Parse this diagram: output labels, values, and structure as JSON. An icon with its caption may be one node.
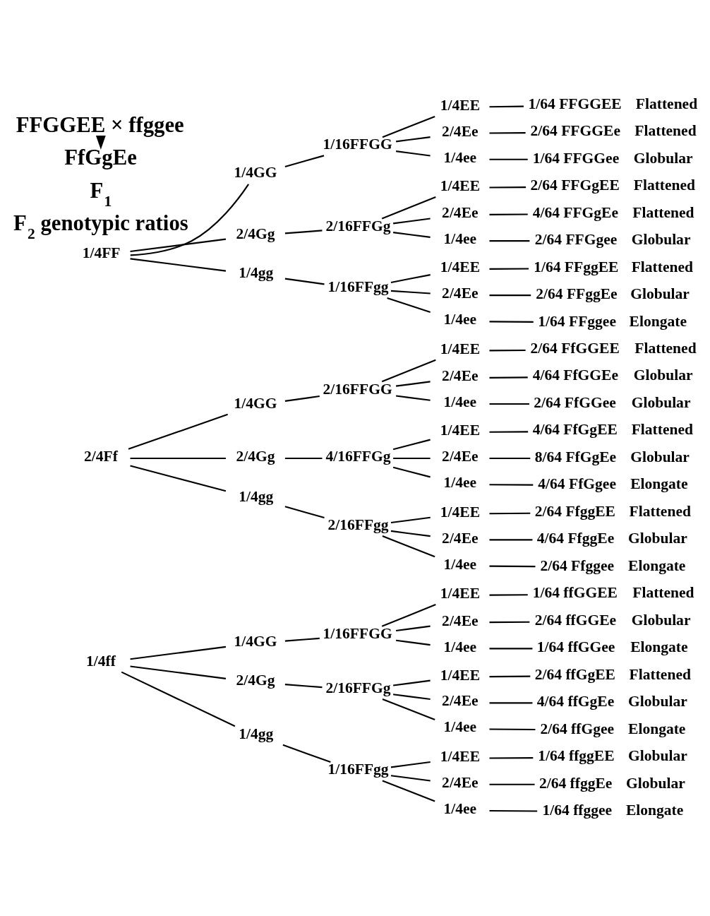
{
  "diagram": {
    "nodes": [
      {
        "text": [
          "FFGGEE × ffggee"
        ]
      },
      {
        "text": [
          "FfGgEe"
        ]
      },
      {
        "text": [
          "1/4FF"
        ]
      },
      {
        "text": [
          "1/4GG"
        ]
      },
      {
        "text": [
          "1/16FFGG"
        ]
      },
      {
        "text": [
          "1/4EE"
        ]
      },
      {
        "text": [
          "1/64 FFGGEE"
        ],
        "beside": [
          "Flattened"
        ]
      },
      {
        "text": [
          "2/4Ee"
        ]
      },
      {
        "text": [
          "2/64 FFGGEe"
        ],
        "beside": [
          "Flattened"
        ]
      },
      {
        "text": [
          "1/4ee"
        ]
      },
      {
        "text": [
          "1/64 FFGGee"
        ],
        "beside": [
          "Globular"
        ]
      },
      {
        "text": [
          "2/4Gg"
        ]
      },
      {
        "text": [
          "2/16FFGg"
        ]
      },
      {
        "text": [
          "1/4EE"
        ]
      },
      {
        "text": [
          "2/64 FFGgEE"
        ],
        "beside": [
          "Flattened"
        ]
      },
      {
        "text": [
          "2/4Ee"
        ]
      },
      {
        "text": [
          "4/64 FFGgEe"
        ],
        "beside": [
          "Flattened"
        ]
      },
      {
        "text": [
          "1/4ee"
        ]
      },
      {
        "text": [
          "2/64 FFGgee"
        ],
        "beside": [
          "Globular"
        ]
      },
      {
        "text": [
          "1/4gg"
        ]
      },
      {
        "text": [
          "1/16FFgg"
        ]
      },
      {
        "text": [
          "1/4EE"
        ]
      },
      {
        "text": [
          "1/64 FFggEE"
        ],
        "beside": [
          "Flattened"
        ]
      },
      {
        "text": [
          "2/4Ee"
        ]
      },
      {
        "text": [
          "2/64 FFggEe"
        ],
        "beside": [
          "Globular"
        ]
      },
      {
        "text": [
          "1/4ee"
        ]
      },
      {
        "text": [
          "1/64 FFggee"
        ],
        "beside": [
          "Elongate"
        ]
      },
      {
        "text": [
          "2/4Ff"
        ]
      },
      {
        "text": [
          "1/4GG"
        ]
      },
      {
        "text": [
          "2/16FFGG"
        ]
      },
      {
        "text": [
          "1/4EE"
        ]
      },
      {
        "text": [
          "2/64 FfGGEE"
        ],
        "beside": [
          "Flattened"
        ]
      },
      {
        "text": [
          "2/4Ee"
        ]
      },
      {
        "text": [
          "4/64 FfGGEe"
        ],
        "beside": [
          "Globular"
        ]
      },
      {
        "text": [
          "1/4ee"
        ]
      },
      {
        "text": [
          "2/64 FfGGee"
        ],
        "beside": [
          "Globular"
        ]
      },
      {
        "text": [
          "2/4Gg"
        ]
      },
      {
        "text": [
          "4/16FFGg"
        ]
      },
      {
        "text": [
          "1/4EE"
        ]
      },
      {
        "text": [
          "4/64 FfGgEE"
        ],
        "beside": [
          "Flattened"
        ]
      },
      {
        "text": [
          "2/4Ee"
        ]
      },
      {
        "text": [
          "8/64 FfGgEe"
        ],
        "beside": [
          "Globular"
        ]
      },
      {
        "text": [
          "1/4ee"
        ]
      },
      {
        "text": [
          "4/64 FfGgee"
        ],
        "beside": [
          "Elongate"
        ]
      },
      {
        "text": [
          "1/4gg"
        ]
      },
      {
        "text": [
          "2/16FFgg"
        ]
      },
      {
        "text": [
          "1/4EE"
        ]
      },
      {
        "text": [
          "2/64 FfggEE"
        ],
        "beside": [
          "Flattened"
        ]
      },
      {
        "text": [
          "2/4Ee"
        ]
      },
      {
        "text": [
          "4/64 FfggEe"
        ],
        "beside": [
          "Globular"
        ]
      },
      {
        "text": [
          "1/4ee"
        ]
      },
      {
        "text": [
          "2/64 Ffggee"
        ],
        "beside": [
          "Elongate"
        ]
      },
      {
        "text": [
          "1/4ff"
        ]
      },
      {
        "text": [
          "1/4GG"
        ]
      },
      {
        "text": [
          "1/16FFGG"
        ]
      },
      {
        "text": [
          "1/4EE"
        ]
      },
      {
        "text": [
          "1/64 ffGGEE"
        ],
        "beside": [
          "Flattened"
        ]
      },
      {
        "text": [
          "2/4Ee"
        ]
      },
      {
        "text": [
          "2/64 ffGGEe"
        ],
        "beside": [
          "Globular"
        ]
      },
      {
        "text": [
          "1/4ee"
        ]
      },
      {
        "text": [
          "1/64 ffGGee"
        ],
        "beside": [
          "Elongate"
        ]
      },
      {
        "text": [
          "2/4Gg"
        ]
      },
      {
        "text": [
          "2/16FFGg"
        ]
      },
      {
        "text": [
          "1/4EE"
        ]
      },
      {
        "text": [
          "2/64 ffGgEE"
        ],
        "beside": [
          "Flattened"
        ]
      },
      {
        "text": [
          "2/4Ee"
        ]
      },
      {
        "text": [
          "4/64 ffGgEe"
        ],
        "beside": [
          "Globular"
        ]
      },
      {
        "text": [
          "1/4ee"
        ]
      },
      {
        "text": [
          "2/64 ffGgee"
        ],
        "beside": [
          "Elongate"
        ]
      },
      {
        "text": [
          "1/4gg"
        ]
      },
      {
        "text": [
          "1/16FFgg"
        ]
      },
      {
        "text": [
          "1/4EE"
        ]
      },
      {
        "text": [
          "1/64 ffggEE"
        ],
        "beside": [
          "Globular"
        ]
      },
      {
        "text": [
          "2/4Ee"
        ]
      },
      {
        "text": [
          "2/64 ffggEe"
        ],
        "beside": [
          "Globular"
        ]
      },
      {
        "text": [
          "1/4ee"
        ]
      },
      {
        "text": [
          "1/64 ffggee"
        ],
        "beside": [
          "Elongate"
        ]
      }
    ],
    "edges": [
      {
        "from": 0,
        "to": 1,
        "arrow": "to"
      },
      {
        "from": 2,
        "to": 3,
        "arrow": "none"
      },
      {
        "from": 2,
        "to": 11,
        "arrow": "none"
      },
      {
        "from": 2,
        "to": 19,
        "arrow": "none"
      },
      {
        "from": 3,
        "to": 4,
        "arrow": "none"
      },
      {
        "from": 4,
        "to": 5,
        "arrow": "none"
      },
      {
        "from": 4,
        "to": 7,
        "arrow": "none"
      },
      {
        "from": 4,
        "to": 9,
        "arrow": "none"
      },
      {
        "from": 5,
        "to": 6,
        "arrow": "none"
      },
      {
        "from": 7,
        "to": 8,
        "arrow": "none"
      },
      {
        "from": 9,
        "to": 10,
        "arrow": "none"
      },
      {
        "from": 11,
        "to": 12,
        "arrow": "none"
      },
      {
        "from": 12,
        "to": 13,
        "arrow": "none"
      },
      {
        "from": 12,
        "to": 15,
        "arrow": "none"
      },
      {
        "from": 12,
        "to": 17,
        "arrow": "none"
      },
      {
        "from": 13,
        "to": 14,
        "arrow": "none"
      },
      {
        "from": 15,
        "to": 16,
        "arrow": "none"
      },
      {
        "from": 17,
        "to": 18,
        "arrow": "none"
      },
      {
        "from": 19,
        "to": 20,
        "arrow": "none"
      },
      {
        "from": 20,
        "to": 21,
        "arrow": "none"
      },
      {
        "from": 20,
        "to": 23,
        "arrow": "none"
      },
      {
        "from": 20,
        "to": 25,
        "arrow": "none"
      },
      {
        "from": 21,
        "to": 22,
        "arrow": "none"
      },
      {
        "from": 23,
        "to": 24,
        "arrow": "none"
      },
      {
        "from": 25,
        "to": 26,
        "arrow": "none"
      },
      {
        "from": 27,
        "to": 28,
        "arrow": "none"
      },
      {
        "from": 27,
        "to": 36,
        "arrow": "none"
      },
      {
        "from": 27,
        "to": 44,
        "arrow": "none"
      },
      {
        "from": 28,
        "to": 29,
        "arrow": "none"
      },
      {
        "from": 29,
        "to": 30,
        "arrow": "none"
      },
      {
        "from": 29,
        "to": 32,
        "arrow": "none"
      },
      {
        "from": 29,
        "to": 34,
        "arrow": "none"
      },
      {
        "from": 30,
        "to": 31,
        "arrow": "none"
      },
      {
        "from": 32,
        "to": 33,
        "arrow": "none"
      },
      {
        "from": 34,
        "to": 35,
        "arrow": "none"
      },
      {
        "from": 36,
        "to": 37,
        "arrow": "none"
      },
      {
        "from": 37,
        "to": 38,
        "arrow": "none"
      },
      {
        "from": 37,
        "to": 40,
        "arrow": "none"
      },
      {
        "from": 37,
        "to": 42,
        "arrow": "none"
      },
      {
        "from": 38,
        "to": 39,
        "arrow": "none"
      },
      {
        "from": 40,
        "to": 41,
        "arrow": "none"
      },
      {
        "from": 42,
        "to": 43,
        "arrow": "none"
      },
      {
        "from": 44,
        "to": 45,
        "arrow": "none"
      },
      {
        "from": 45,
        "to": 46,
        "arrow": "none"
      },
      {
        "from": 45,
        "to": 48,
        "arrow": "none"
      },
      {
        "from": 45,
        "to": 50,
        "arrow": "none"
      },
      {
        "from": 46,
        "to": 47,
        "arrow": "none"
      },
      {
        "from": 48,
        "to": 49,
        "arrow": "none"
      },
      {
        "from": 50,
        "to": 51,
        "arrow": "none"
      },
      {
        "from": 52,
        "to": 53,
        "arrow": "none"
      },
      {
        "from": 52,
        "to": 61,
        "arrow": "none"
      },
      {
        "from": 52,
        "to": 69,
        "arrow": "none"
      },
      {
        "from": 53,
        "to": 54,
        "arrow": "none"
      },
      {
        "from": 54,
        "to": 55,
        "arrow": "none"
      },
      {
        "from": 54,
        "to": 57,
        "arrow": "none"
      },
      {
        "from": 54,
        "to": 59,
        "arrow": "none"
      },
      {
        "from": 55,
        "to": 56,
        "arrow": "none"
      },
      {
        "from": 57,
        "to": 58,
        "arrow": "none"
      },
      {
        "from": 59,
        "to": 60,
        "arrow": "none"
      },
      {
        "from": 61,
        "to": 62,
        "arrow": "none"
      },
      {
        "from": 62,
        "to": 63,
        "arrow": "none"
      },
      {
        "from": 62,
        "to": 65,
        "arrow": "none"
      },
      {
        "from": 62,
        "to": 67,
        "arrow": "none"
      },
      {
        "from": 63,
        "to": 64,
        "arrow": "none"
      },
      {
        "from": 65,
        "to": 66,
        "arrow": "none"
      },
      {
        "from": 67,
        "to": 68,
        "arrow": "none"
      },
      {
        "from": 69,
        "to": 70,
        "arrow": "none"
      },
      {
        "from": 70,
        "to": 71,
        "arrow": "none"
      },
      {
        "from": 70,
        "to": 73,
        "arrow": "none"
      },
      {
        "from": 70,
        "to": 75,
        "arrow": "none"
      },
      {
        "from": 71,
        "to": 72,
        "arrow": "none"
      },
      {
        "from": 73,
        "to": 74,
        "arrow": "none"
      },
      {
        "from": 75,
        "to": 76,
        "arrow": "none"
      }
    ],
    "labels": [
      "F$_{1}$",
      "F$_{2}$ genotypic ratios"
    ]
  }
}
